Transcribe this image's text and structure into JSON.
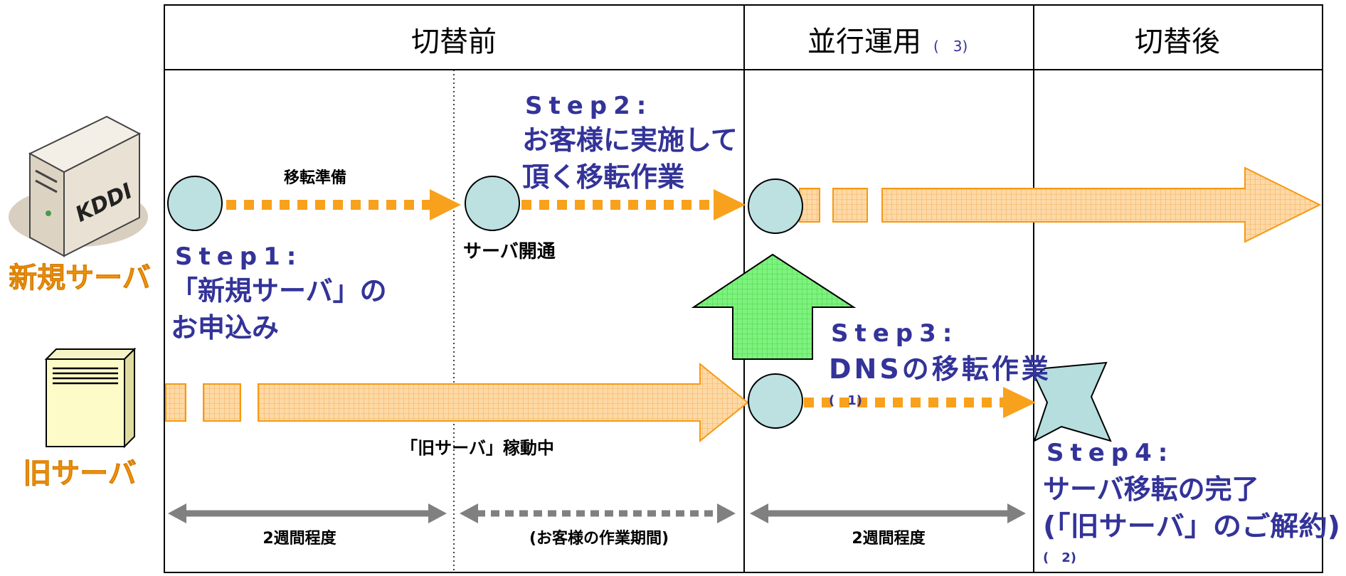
{
  "header": {
    "col_before": "切替前",
    "col_parallel": "並行運用",
    "col_parallel_note": "(　3)",
    "col_after": "切替後"
  },
  "servers": {
    "new_label": "新規サーバ",
    "old_label": "旧サーバ",
    "new_server_logo": "KDDI",
    "new_server_icon": "server-tower-icon",
    "old_server_icon": "server-box-icon"
  },
  "labels": {
    "transfer_prep": "移転準備",
    "server_open": "サーバ開通",
    "old_running": "「旧サーバ」稼動中"
  },
  "steps": {
    "step1_title": "Step1:",
    "step1_line1": "「新規サーバ」の",
    "step1_line2": "お申込み",
    "step2_title": "Step2:",
    "step2_line1": "お客様に実施して",
    "step2_line2": "頂く移転作業",
    "step3_title": "Step3:",
    "step3_line1": "DNSの移転作業",
    "step3_note": "(　1)",
    "step4_title": "Step4:",
    "step4_line1": "サーバ移転の完了",
    "step4_line2": "(「旧サーバ」のご解約)",
    "step4_note": "(　2)"
  },
  "durations": {
    "d1": "2週間程度",
    "d2": "(お客様の作業期間)",
    "d3": "2週間程度"
  },
  "colors": {
    "orange": "#f8a11c",
    "orange_fill": "#fdcf8e",
    "circle": "#bde0e0",
    "green": "#7ef27e",
    "blue_text": "#333399",
    "gray_arrow": "#808080",
    "star": "#b6dede"
  }
}
